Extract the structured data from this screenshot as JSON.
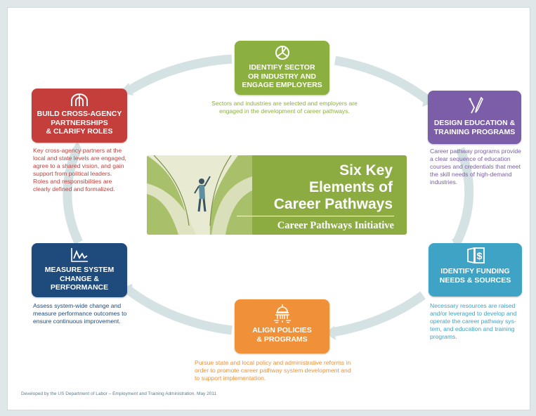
{
  "center": {
    "title": "Six Key\nElements of\nCareer Pathways",
    "subtitle": "Career Pathways Initiative"
  },
  "elements": {
    "identify_sector": {
      "title": "IDENTIFY SECTOR\nOR INDUSTRY AND\nENGAGE EMPLOYERS",
      "description": "Sectors and industries are selected and employers are\nengaged in the development of career pathways.",
      "color": "#8bb040",
      "icon": "pie-chart-icon"
    },
    "design_education": {
      "title": "DESIGN EDUCATION &\nTRAINING PROGRAMS",
      "description": "Career pathway programs provide\na clear sequence of education\ncourses and credentials that meet\nthe skill needs of high-demand\nindustries.",
      "color": "#7b5ea7",
      "icon": "compass-pen-icon"
    },
    "identify_funding": {
      "title": "IDENTIFY FUNDING\nNEEDS & SOURCES",
      "description": "Necessary resources are raised\nand/or leveraged to develop and\noperate the career pathway sys-\ntem, and education and training\nprograms.",
      "color": "#3ea3c4",
      "icon": "dollar-door-icon"
    },
    "align_policies": {
      "title": "ALIGN POLICIES\n& PROGRAMS",
      "description": "Pursue state and local policy and administrative reforms in\norder to promote career pathway system development and\nto support implementation.",
      "color": "#f0913a",
      "icon": "capitol-icon"
    },
    "measure_system": {
      "title": "MEASURE SYSTEM\nCHANGE &\nPERFORMANCE",
      "description": "Assess system-wide change and\nmeasure performance outcomes to\nensure continuous improvement.",
      "color": "#1f4a7c",
      "icon": "line-graph-icon"
    },
    "build_partnerships": {
      "title": "BUILD CROSS-AGENCY\nPARTNERSHIPS\n& CLARIFY ROLES",
      "description": "Key cross-agency partners at the\nlocal and state levels are engaged,\nagree to a shared vision, and gain\nsupport from political leaders.\nRoles and responsibilities are\nclearly defined and formalized.",
      "color": "#c43f3c",
      "icon": "arches-icon"
    }
  },
  "footer": "Developed by the US Department of Labor – Employment and Training Administration. May 2011"
}
